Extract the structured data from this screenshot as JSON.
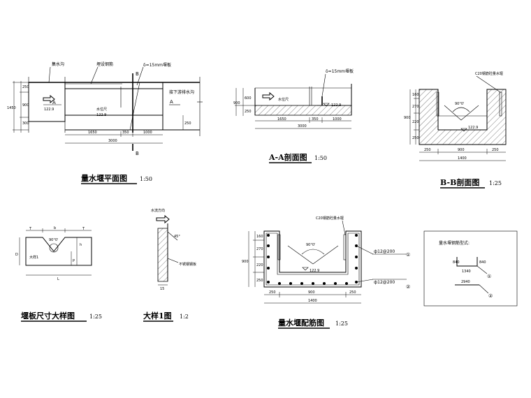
{
  "plan": {
    "title": "量水堰平面图",
    "scale": "1:50",
    "label_ditch": "集水沟",
    "label_rebar": "埋设钢筋",
    "label_plate": "δ=15mm堰板",
    "label_downstream": "接下游排水沟",
    "label_ruler": "水位尺",
    "section_a": "A",
    "section_b": "B",
    "elev": "122.9",
    "dims_left": [
      "250",
      "900",
      "300"
    ],
    "dim_total_h": "1450",
    "dim_right": "250",
    "dims_bottom": [
      "1650",
      "350",
      "1000"
    ],
    "dim_total": "3000"
  },
  "aa": {
    "title": "A-A剖面图",
    "scale": "1:50",
    "label_plate": "δ=15mm堰板",
    "label_ruler": "水位尺",
    "elev": "122.9",
    "dims_left": [
      "600",
      "250"
    ],
    "dim_total_h": "900",
    "dims_bottom": [
      "1650",
      "350",
      "1000"
    ],
    "dim_total": "3000"
  },
  "bb": {
    "title": "B-B剖面图",
    "scale": "1:25",
    "label_concrete": "C20钢筋砼量水堰",
    "angle": "90°0'",
    "elev": "122.9",
    "dims_left": [
      "160",
      "270",
      "220",
      "250"
    ],
    "dim_total_h": "900",
    "dims_bottom": [
      "250",
      "900",
      "250"
    ],
    "dim_total": "1400"
  },
  "plate": {
    "title": "堰板尺寸大样图",
    "scale": "1:25",
    "label_t": "T",
    "label_b": "b",
    "label_d": "D",
    "label_h": "h",
    "label_p": "P",
    "label_l": "L",
    "angle": "90°0'",
    "label_detail": "大样1"
  },
  "detail": {
    "title": "大样1图",
    "scale": "1:2",
    "label_flow": "水流方向",
    "angle": "45°",
    "label_steel": "不锈钢钢板",
    "dim": "15"
  },
  "rebar": {
    "title": "量水堰配筋图",
    "scale": "1:25",
    "label_concrete": "C20钢筋砼量水堰",
    "angle": "90°0'",
    "elev": "122.9",
    "bar1": "ф12@200",
    "bar2": "ф12@200",
    "mark1": "①",
    "mark2": "②",
    "dims_left": [
      "160",
      "270",
      "220",
      "250"
    ],
    "dim_total_h": "900",
    "dims_bottom": [
      "250",
      "900",
      "250"
    ],
    "dim_total": "1400"
  },
  "shapes": {
    "title": "量水堰钢筋型式:",
    "s1_left": "840",
    "s1_right": "840",
    "s1_bottom": "1340",
    "s2_len": "2940",
    "mark1": "①",
    "mark2": "②"
  }
}
